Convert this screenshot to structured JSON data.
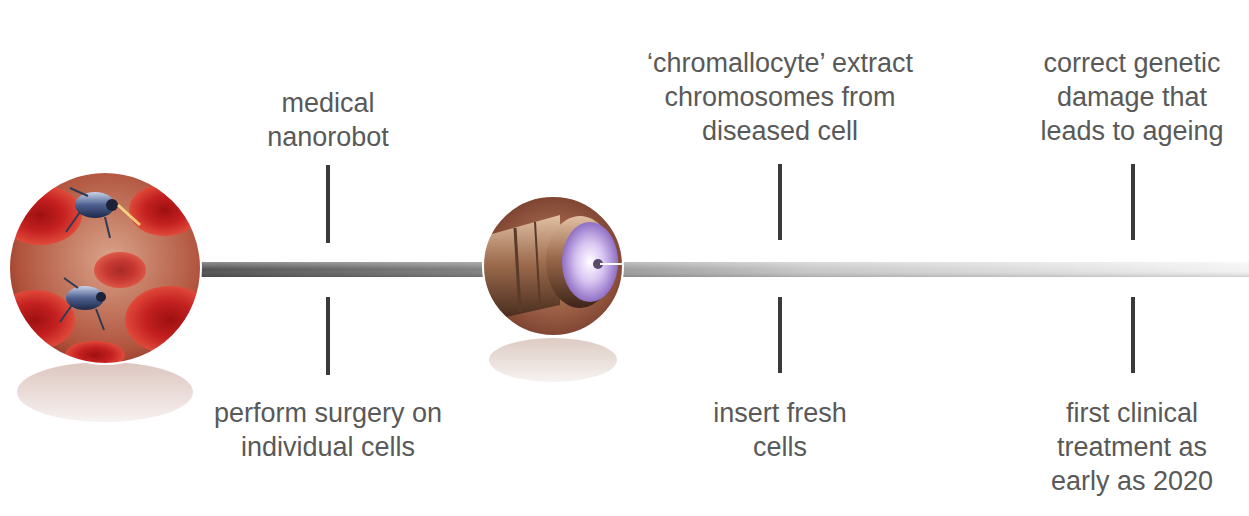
{
  "diagram": {
    "labels": [
      "medical nanorobot",
      "perform surgery on individual cells",
      "‘chromallocyte’ extract chromosomes from diseased cell",
      "insert fresh cells",
      "correct genetic damage that leads to ageing",
      "first clinical treatment as early as 2020"
    ]
  }
}
